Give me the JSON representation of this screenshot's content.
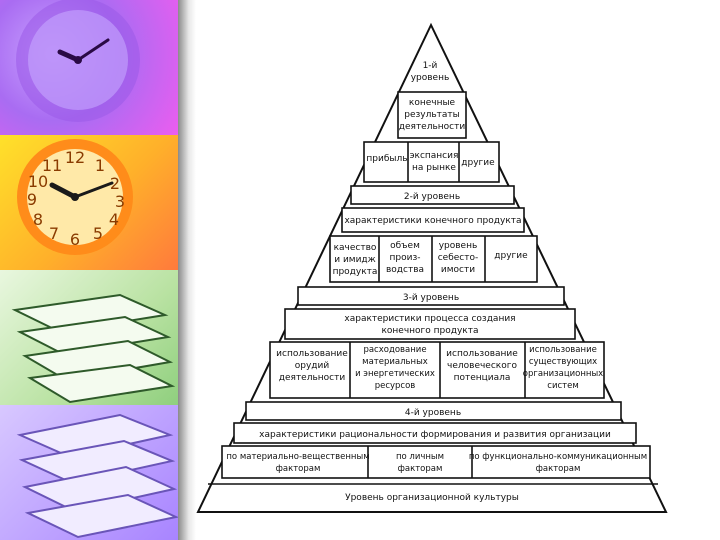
{
  "pyramid": {
    "apex": [
      "1-й",
      "уровень"
    ],
    "results": [
      "конечные",
      "результаты",
      "деятельности"
    ],
    "pribyl": "прибыль",
    "ekspansiya": [
      "экспансия",
      "на рынке"
    ],
    "drugie1": "другие",
    "level2": "2-й уровень",
    "char_product": "характеристики конечного продукта",
    "kachestvo": [
      "качество",
      "и имидж",
      "продукта"
    ],
    "obem": [
      "объем",
      "произ-",
      "водства"
    ],
    "uroven_seb": [
      "уровень",
      "себесто-",
      "имости"
    ],
    "drugie2": "другие",
    "level3": "3-й уровень",
    "char_process": [
      "характеристики процесса создания",
      "конечного продукта"
    ],
    "ispolz_orudiy": [
      "использование",
      "орудий",
      "деятельности"
    ],
    "rashodovanie": [
      "расходование",
      "материальных",
      "и энергетических",
      "ресурсов"
    ],
    "ispolz_chel": [
      "использование",
      "человеческого",
      "потенциала"
    ],
    "ispolz_sist": [
      "использование",
      "существующих",
      "организационных",
      "систем"
    ],
    "level4": "4-й уровень",
    "char_rational": "характеристики рациональности формирования и развития организации",
    "mat_vesh": [
      "по материально-вещественным",
      "факторам"
    ],
    "lichnym": [
      "по личным",
      "факторам"
    ],
    "funk_komm": [
      "по функционально-коммуникационным",
      "факторам"
    ],
    "culture": "Уровень организационной культуры"
  }
}
